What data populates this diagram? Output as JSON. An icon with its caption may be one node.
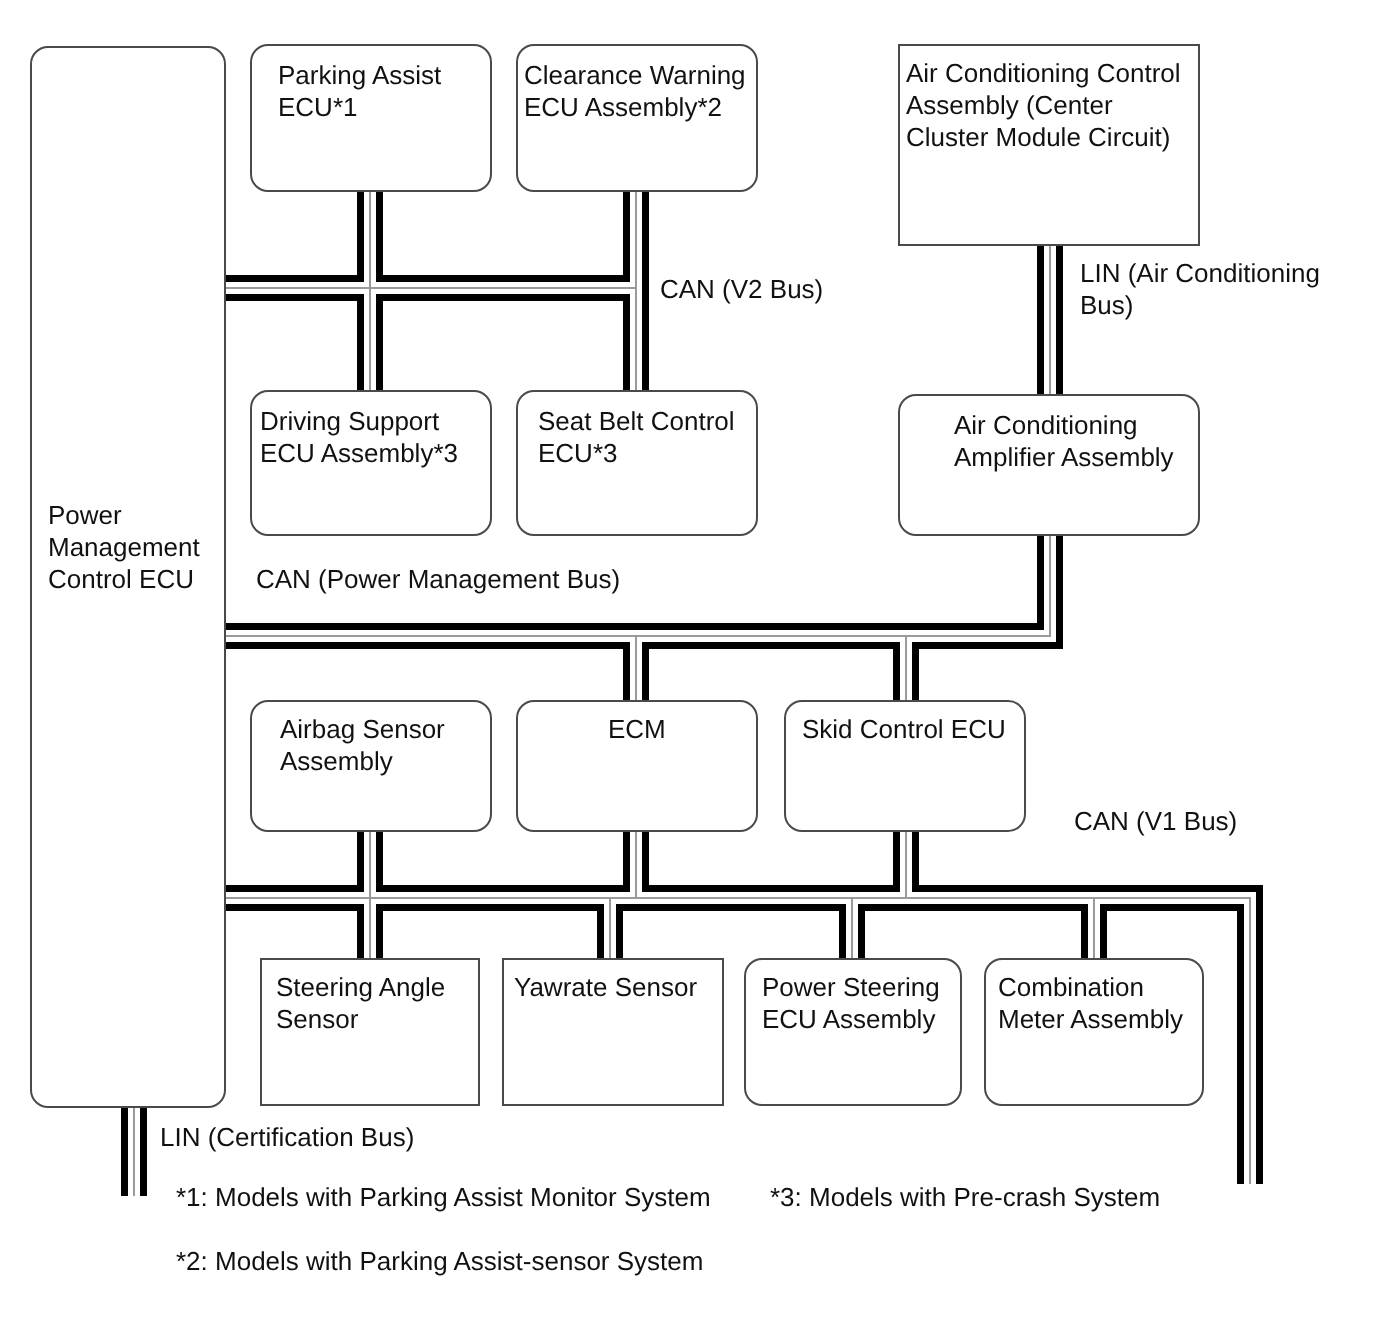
{
  "diagram": {
    "nodes": [
      {
        "text": [
          "Power Management Control ECU"
        ]
      },
      {
        "text": [
          "Parking Assist ECU*1"
        ]
      },
      {
        "text": [
          "Clearance Warning ECU Assembly*2"
        ]
      },
      {
        "text": [
          "Air Conditioning Control Assembly (Center Cluster Module Circuit)"
        ]
      },
      {
        "text": [
          "Driving Support ECU Assembly*3"
        ]
      },
      {
        "text": [
          "Seat Belt Control ECU*3"
        ]
      },
      {
        "text": [
          "Air Conditioning Amplifier Assembly"
        ]
      },
      {
        "text": [
          "Airbag Sensor Assembly"
        ]
      },
      {
        "text": [
          "ECM"
        ]
      },
      {
        "text": [
          "Skid Control ECU"
        ]
      },
      {
        "text": [
          "Steering Angle Sensor"
        ]
      },
      {
        "text": [
          "Yawrate Sensor"
        ]
      },
      {
        "text": [
          "Power Steering ECU Assembly"
        ]
      },
      {
        "text": [
          "Combination Meter Assembly"
        ]
      }
    ],
    "edges": [
      {
        "from": 0,
        "to": 1,
        "arrow": "none"
      },
      {
        "from": 0,
        "to": 2,
        "arrow": "none",
        "label": "CAN (V2 Bus)"
      },
      {
        "from": 0,
        "to": 4,
        "arrow": "none"
      },
      {
        "from": 0,
        "to": 5,
        "arrow": "none"
      },
      {
        "from": 0,
        "to": 6,
        "arrow": "none",
        "label": "CAN (Power Management Bus)"
      },
      {
        "from": 0,
        "to": 8,
        "arrow": "none"
      },
      {
        "from": 0,
        "to": 9,
        "arrow": "none"
      },
      {
        "from": 3,
        "to": 6,
        "arrow": "none",
        "label": "LIN (Air Conditioning Bus)"
      },
      {
        "from": 0,
        "to": 7,
        "arrow": "none"
      },
      {
        "from": 0,
        "to": 8,
        "arrow": "none"
      },
      {
        "from": 0,
        "to": 9,
        "arrow": "none"
      },
      {
        "from": 0,
        "to": 10,
        "arrow": "none"
      },
      {
        "from": 0,
        "to": 11,
        "arrow": "none"
      },
      {
        "from": 0,
        "to": 12,
        "arrow": "none"
      },
      {
        "from": 0,
        "to": 13,
        "arrow": "none"
      },
      {
        "from": 0,
        "to": null,
        "arrow": "none",
        "label": "CAN (V1 Bus)"
      },
      {
        "from": 0,
        "to": null,
        "arrow": "none",
        "label": "LIN (Certification Bus)"
      }
    ],
    "labels": [
      "*1: Models with Parking Assist Monitor System",
      "*3: Models with Pre-crash System",
      "*2: Models with Parking Assist-sensor System"
    ]
  }
}
